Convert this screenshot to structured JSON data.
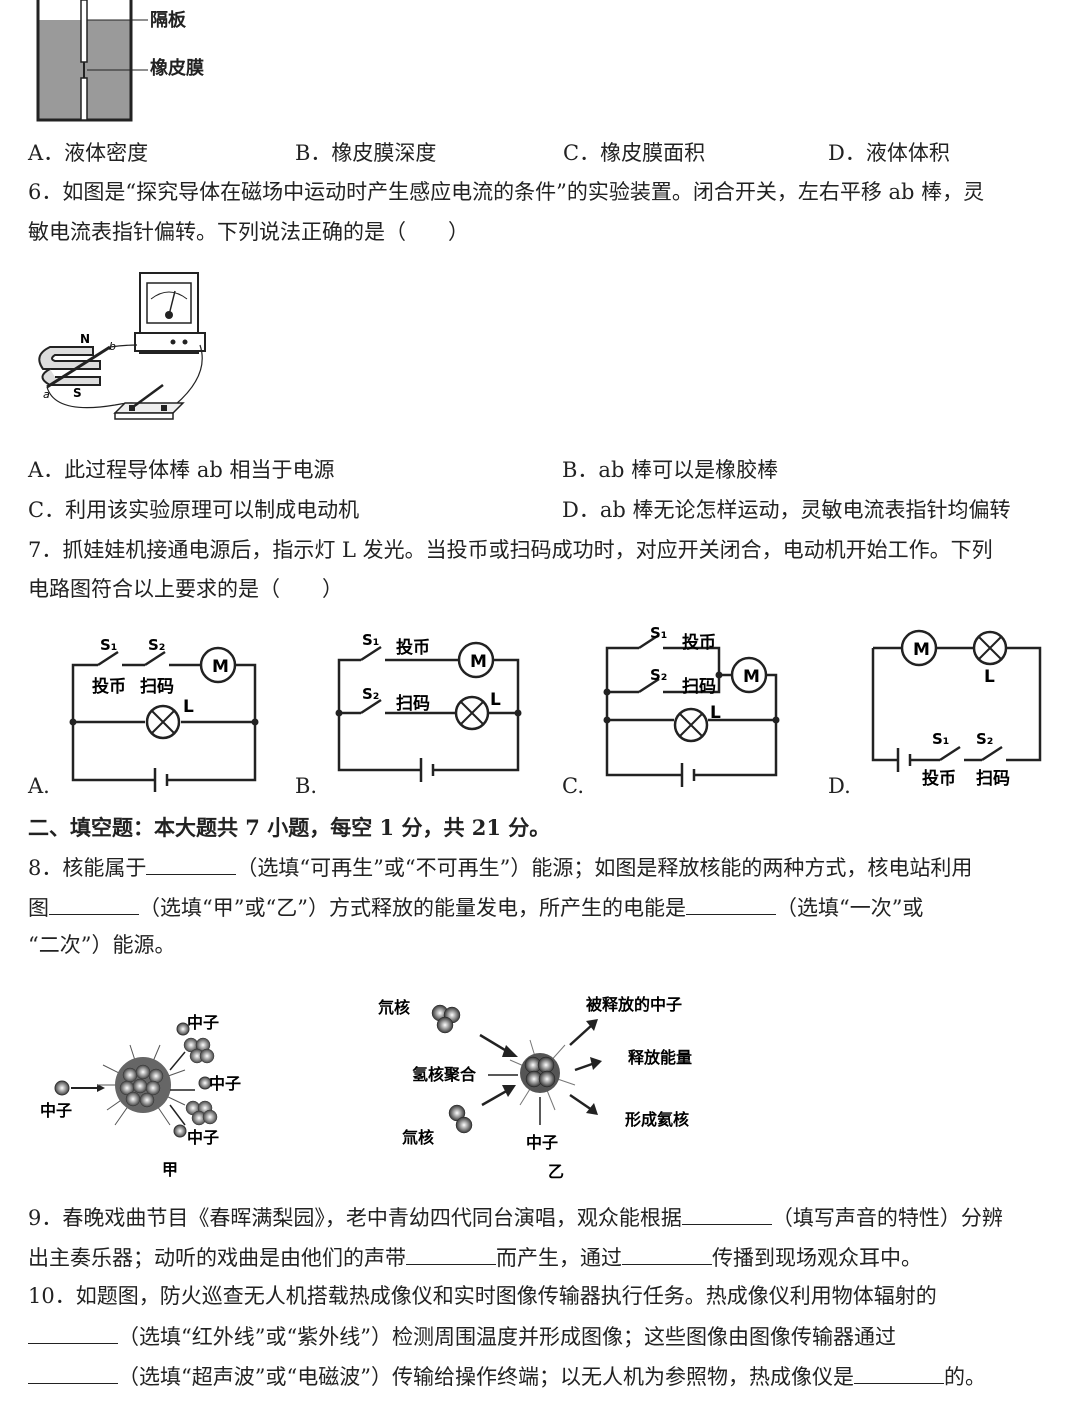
{
  "fig_top": {
    "label_partition": "隔板",
    "label_membrane": "橡皮膜"
  },
  "q5": {
    "A": "A．液体密度",
    "B": "B．橡皮膜深度",
    "C": "C．橡皮膜面积",
    "D": "D．液体体积"
  },
  "q6": {
    "line1": "6．如图是“探究导体在磁场中运动时产生感应电流的条件”的实验装置。闭合开关，左右平移 ab 棒，灵",
    "line2": "敏电流表指针偏转。下列说法正确的是（　　）",
    "fig": {
      "N": "N",
      "S": "S",
      "a": "a",
      "b": "b"
    },
    "A": "A．此过程导体棒 ab 相当于电源",
    "B": "B．ab 棒可以是橡胶棒",
    "C": "C．利用该实验原理可以制成电动机",
    "D": "D．ab 棒无论怎样运动，灵敏电流表指针均偏转"
  },
  "q7": {
    "line1": "7．抓娃娃机接通电源后，指示灯 L 发光。当投币或扫码成功时，对应开关闭合，电动机开始工作。下列",
    "line2": "电路图符合以上要求的是（　　）",
    "labels": {
      "S1": "S₁",
      "S2": "S₂",
      "coin": "投币",
      "scan": "扫码",
      "M": "M",
      "L": "L"
    },
    "A": "A.",
    "B": "B.",
    "C": "C.",
    "D": "D."
  },
  "section2": "二、填空题：本大题共 7 小题，每空 1 分，共 21 分。",
  "q8": {
    "l1a": "8．核能属于",
    "l1b": "（选填“可再生”或“不可再生”）能源；如图是释放核能的两种方式，核电站利用",
    "l2a": "图",
    "l2b": "（选填“甲”或“乙”）方式释放的能量发电，所产生的电能是",
    "l2c": "（选填“一次”或",
    "l3": "“二次”）能源。",
    "fig": {
      "neutron": "中子",
      "jia": "甲",
      "yi": "乙",
      "deuterium": "氘核",
      "tritium": "氚核",
      "fusion": "氢核聚合",
      "released": "被释放的中子",
      "energy": "释放能量",
      "helium": "形成氦核"
    }
  },
  "q9": {
    "l1a": "9．春晚戏曲节目《春晖满梨园》，老中青幼四代同台演唱，观众能根据",
    "l1b": "（填写声音的特性）分辨",
    "l2a": "出主奏乐器；动听的戏曲是由他们的声带",
    "l2b": "而产生，通过",
    "l2c": "传播到现场观众耳中。"
  },
  "q10": {
    "l1": "10．如题图，防火巡查无人机搭载热成像仪和实时图像传输器执行任务。热成像仪利用物体辐射的",
    "l2": "（选填“红外线”或“紫外线”）检测周围温度并形成图像；这些图像由图像传输器通过",
    "l3a": "（选填“超声波”或“电磁波”）传输给操作终端；以无人机为参照物，热成像仪是",
    "l3b": "的。"
  }
}
